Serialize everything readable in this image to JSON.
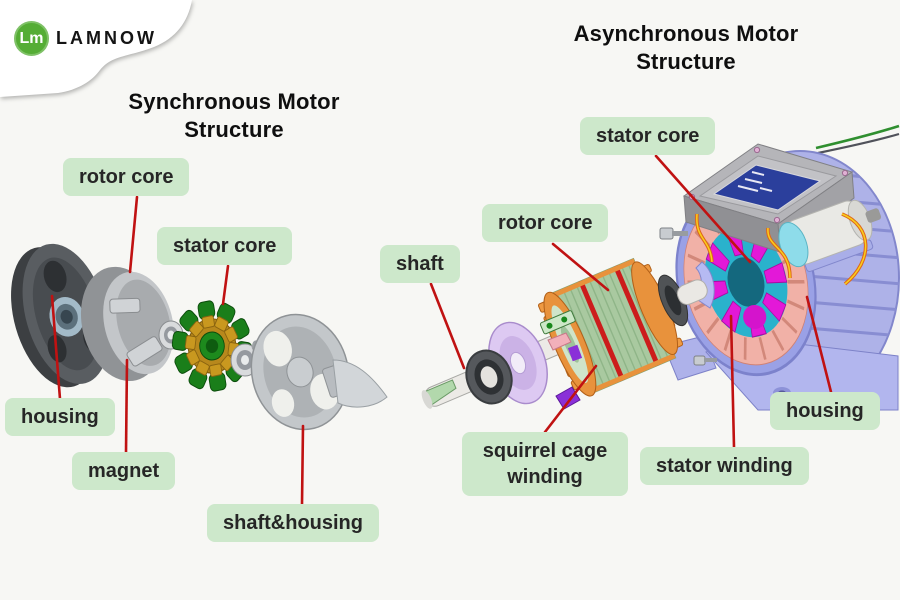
{
  "app": {
    "background_color": "#f7f7f4"
  },
  "logo": {
    "brand": "LAMNOW",
    "monogram": "Lm",
    "circle_color": "#55ad35"
  },
  "titles": {
    "synchronous": {
      "line1": "Synchronous Motor",
      "line2": "Structure"
    },
    "asynchronous": {
      "line1": "Asynchronous Motor",
      "line2": "Structure"
    }
  },
  "labels": {
    "sync": [
      {
        "id": "rotor-core",
        "text": "rotor core"
      },
      {
        "id": "stator-core",
        "text": "stator core"
      },
      {
        "id": "housing",
        "text": "housing"
      },
      {
        "id": "magnet",
        "text": "magnet"
      },
      {
        "id": "shaft-housing",
        "text": "shaft&housing"
      }
    ],
    "async": [
      {
        "id": "stator-core",
        "text": "stator core"
      },
      {
        "id": "rotor-core",
        "text": "rotor core"
      },
      {
        "id": "shaft",
        "text": "shaft"
      },
      {
        "id": "squirrel-cage-winding",
        "text": "squirrel cage winding"
      },
      {
        "id": "stator-winding",
        "text": "stator winding"
      },
      {
        "id": "housing",
        "text": "housing"
      }
    ]
  },
  "style": {
    "label_bg": "#cde8cb",
    "label_text": "#262626",
    "leader_color": "#c01212",
    "title_color": "#0f0f0f"
  }
}
